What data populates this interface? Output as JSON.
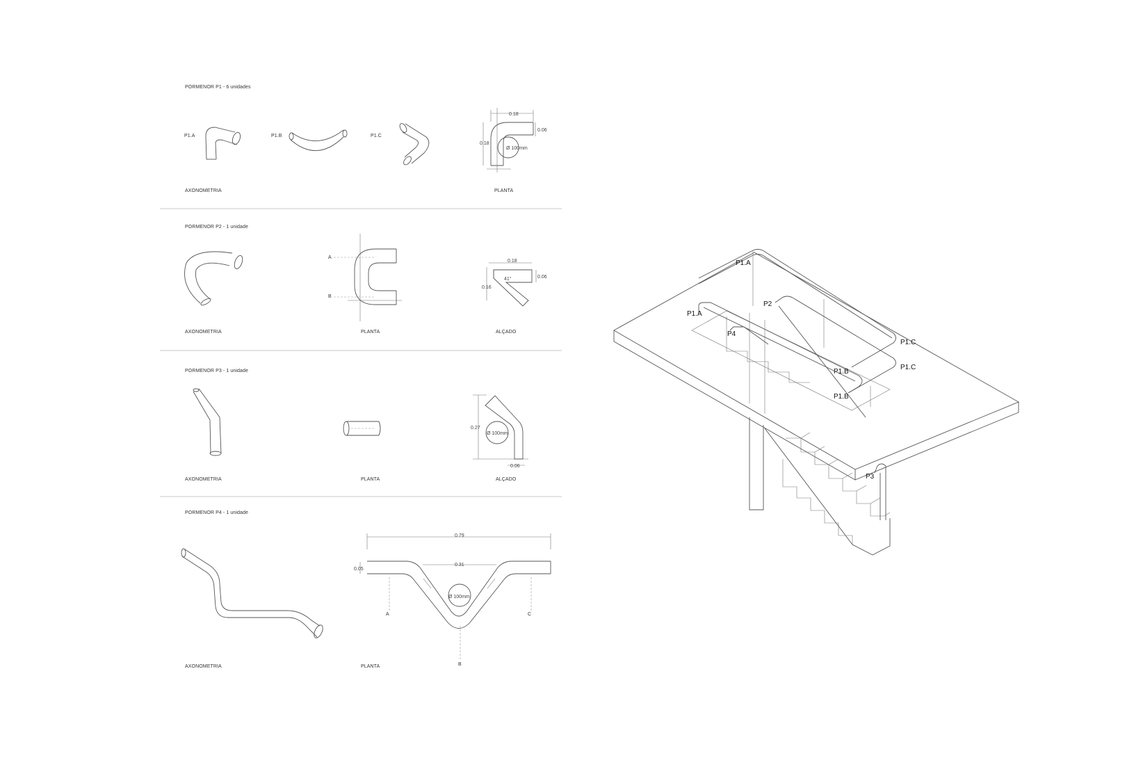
{
  "sections": [
    {
      "title": "PORMENOR P1 - 6 unidades",
      "parts": [
        "P1.A",
        "P1.B",
        "P1.C"
      ],
      "view_labels": [
        "AXONOMETRIA",
        "PLANTA"
      ],
      "dims": [
        "0.18",
        "0.06",
        "0.18",
        "Ø 100mm"
      ]
    },
    {
      "title": "PORMENOR P2 - 1 unidade",
      "markers": [
        "A",
        "B"
      ],
      "view_labels": [
        "AXONOMETRIA",
        "PLANTA",
        "ALÇADO"
      ],
      "dims": [
        "0.18",
        "0.06",
        "0.16",
        "41°"
      ]
    },
    {
      "title": "PORMENOR P3 - 1 unidade",
      "view_labels": [
        "AXONOMETRIA",
        "PLANTA",
        "ALÇADO"
      ],
      "dims": [
        "0.27",
        "Ø 100mm",
        "0.06"
      ]
    },
    {
      "title": "PORMENOR P4 - 1 unidade",
      "markers": [
        "A",
        "B",
        "C"
      ],
      "view_labels": [
        "AXONOMETRIA",
        "PLANTA"
      ],
      "dims": [
        "0.79",
        "0.05",
        "0.31",
        "Ø 100mm"
      ]
    }
  ],
  "axonometric_tags": [
    "P1.A",
    "P2",
    "P1.A",
    "P4",
    "P1.C",
    "P1.C",
    "P1.B",
    "P1.B",
    "P3"
  ],
  "colors": {
    "line": "#555555",
    "separator": "#c8c8c8",
    "text": "#333333"
  }
}
